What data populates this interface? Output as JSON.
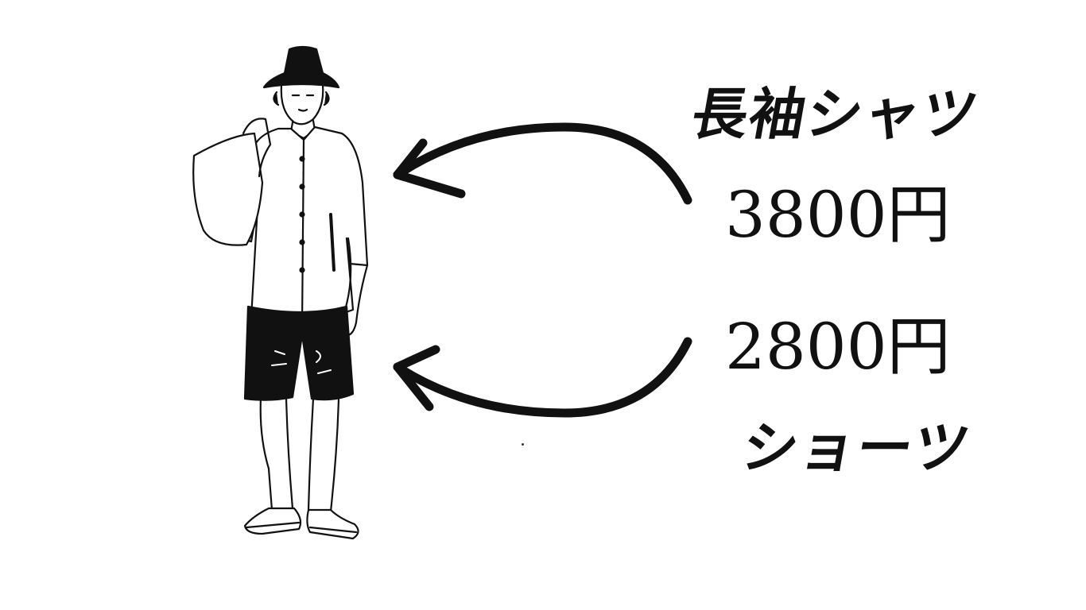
{
  "items": [
    {
      "name": "長袖シャツ",
      "price": "3800円"
    },
    {
      "name": "ショーツ",
      "price": "2800円"
    }
  ],
  "colors": {
    "ink": "#111111",
    "background": "#ffffff"
  },
  "illustration": {
    "subject_icon": "man-with-bag-illustration",
    "arrow_icon": "curved-arrow-left-icon"
  }
}
